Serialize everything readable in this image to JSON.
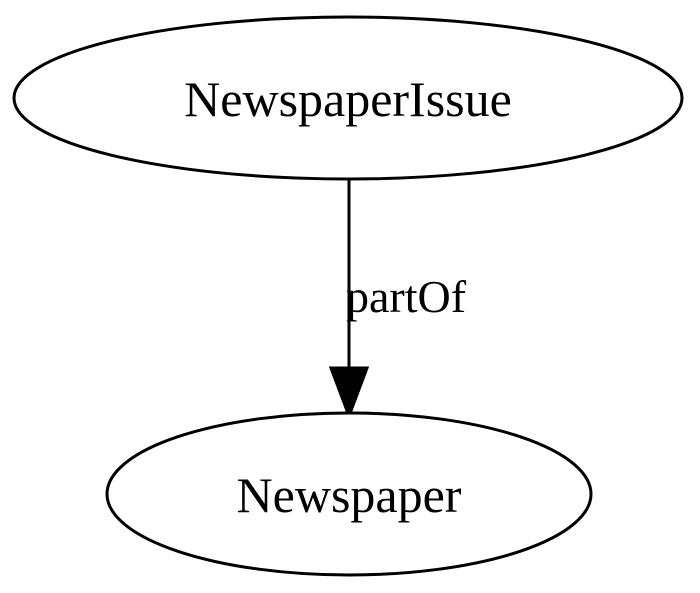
{
  "diagram": {
    "nodes": [
      {
        "id": "newspaper-issue",
        "label": "NewspaperIssue"
      },
      {
        "id": "newspaper",
        "label": "Newspaper"
      }
    ],
    "edges": [
      {
        "from": "newspaper-issue",
        "to": "newspaper",
        "label": "partOf"
      }
    ]
  }
}
